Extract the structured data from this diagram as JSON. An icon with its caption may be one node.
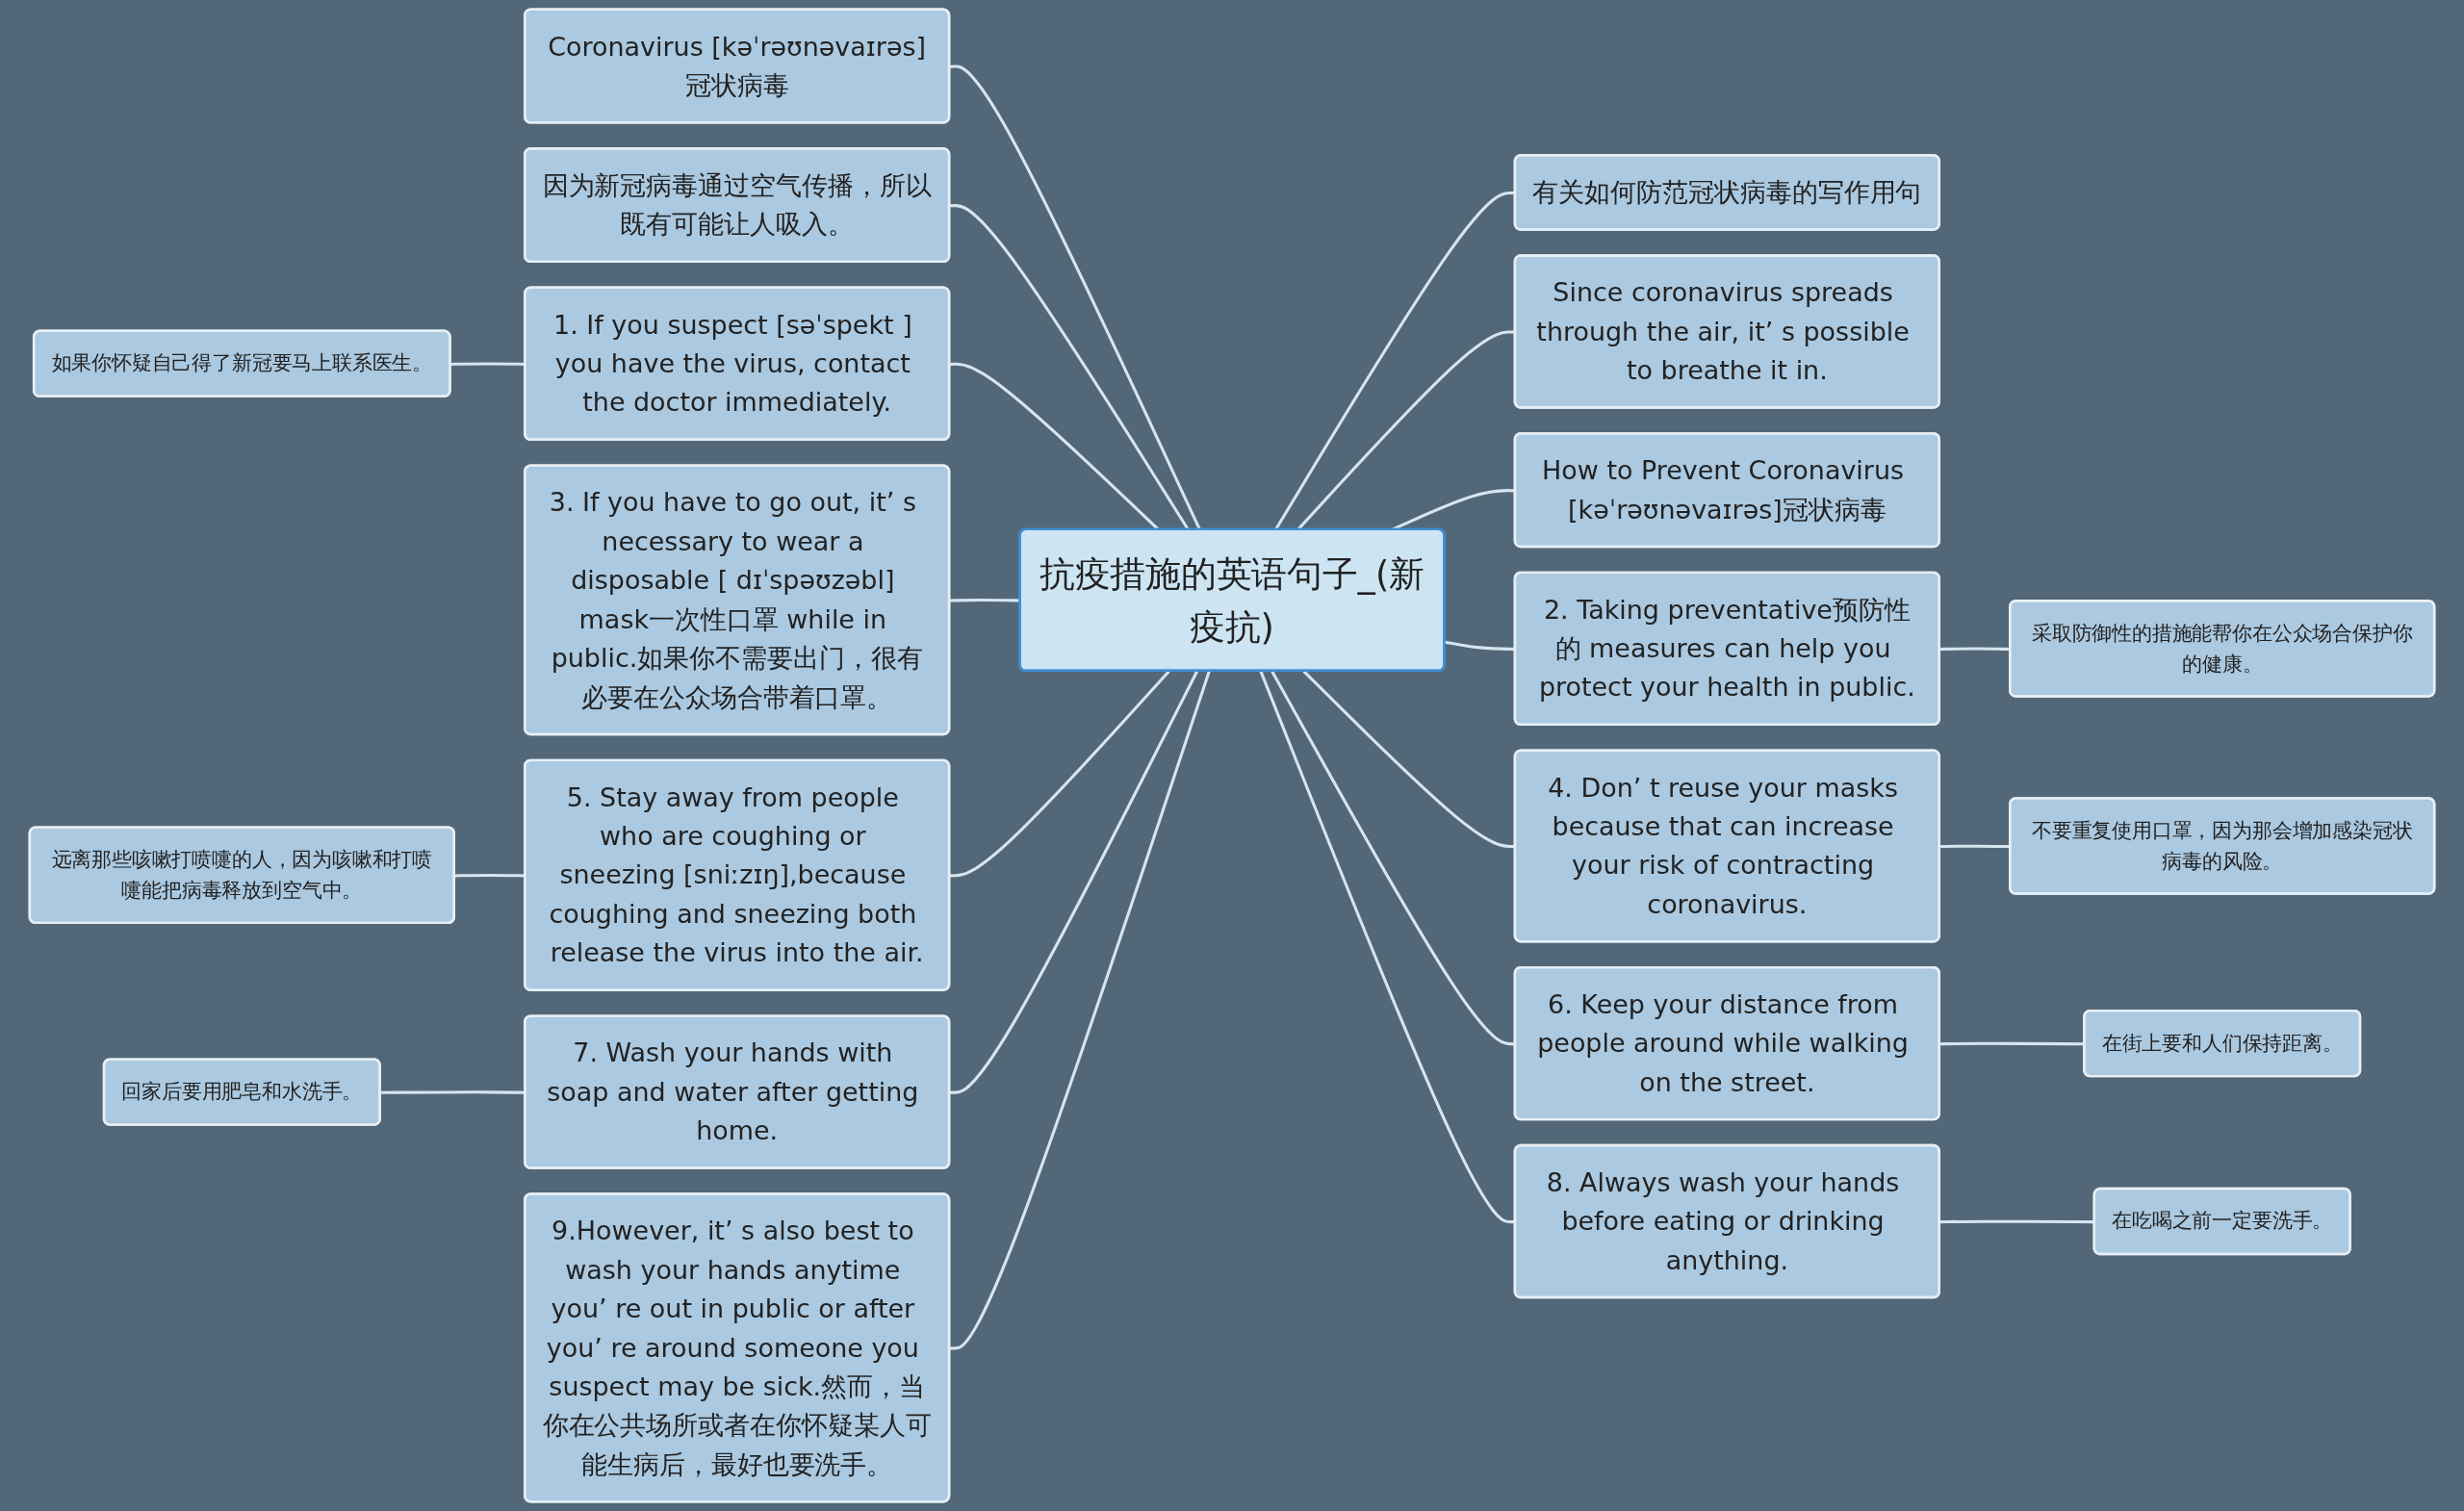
{
  "diagram": {
    "nodes": [
      {
        "text": [
          "抗疫措施的英语句子_(新疫抗)"
        ]
      },
      {
        "text": [
          "Coronavirus [kəˈrəʊnəvaɪrəs]冠状病毒"
        ]
      },
      {
        "text": [
          "因为新冠病毒通过空气传播，所以既有可能让人吸入。"
        ]
      },
      {
        "text": [
          "1. If you suspect [səˈspekt ] you have the virus, contact the doctor immediately."
        ]
      },
      {
        "text": [
          "如果你怀疑自己得了新冠要马上联系医生。"
        ]
      },
      {
        "text": [
          "3. If you have to go out, it’ s necessary to wear a disposable [ dɪˈspəʊzəbl] mask一次性口罩 while in public.如果你不需要出门，很有必要在公众场合带着口罩。"
        ]
      },
      {
        "text": [
          "5. Stay away from people who are coughing or sneezing [sniːzɪŋ],because coughing and sneezing both release the virus into the air."
        ]
      },
      {
        "text": [
          "远离那些咳嗽打喷嚏的人，因为咳嗽和打喷嚏能把病毒释放到空气中。"
        ]
      },
      {
        "text": [
          "7. Wash your hands with soap and water after getting home."
        ]
      },
      {
        "text": [
          "回家后要用肥皂和水洗手。"
        ]
      },
      {
        "text": [
          "9.However, it’ s also best to wash your hands anytime you’ re out in public or after you’ re around someone you suspect may be sick.然而，当你在公共场所或者在你怀疑某人可能生病后，最好也要洗手。"
        ]
      },
      {
        "text": [
          "有关如何防范冠状病毒的写作用句"
        ]
      },
      {
        "text": [
          "Since coronavirus spreads through the air, it’ s possible to breathe it in."
        ]
      },
      {
        "text": [
          "How to Prevent Coronavirus [kəˈrəʊnəvaɪrəs]冠状病毒"
        ]
      },
      {
        "text": [
          "2. Taking preventative预防性的 measures can help you protect your health in public."
        ]
      },
      {
        "text": [
          "采取防御性的措施能帮你在公众场合保护你的健康。"
        ]
      },
      {
        "text": [
          "4. Don’ t reuse your masks because that can increase your risk of contracting coronavirus."
        ]
      },
      {
        "text": [
          "不要重复使用口罩，因为那会增加感染冠状病毒的风险。"
        ]
      },
      {
        "text": [
          "6. Keep your distance from people around while walking on the street."
        ]
      },
      {
        "text": [
          "在街上要和人们保持距离。"
        ]
      },
      {
        "text": [
          "8. Always wash your hands before eating or drinking anything."
        ]
      },
      {
        "text": [
          "在吃喝之前一定要洗手。"
        ]
      }
    ],
    "edges": [
      {
        "from": 0,
        "to": 1,
        "arrow": "none"
      },
      {
        "from": 0,
        "to": 2,
        "arrow": "none"
      },
      {
        "from": 0,
        "to": 3,
        "arrow": "none"
      },
      {
        "from": 3,
        "to": 4,
        "arrow": "none"
      },
      {
        "from": 0,
        "to": 5,
        "arrow": "none"
      },
      {
        "from": 0,
        "to": 6,
        "arrow": "none"
      },
      {
        "from": 6,
        "to": 7,
        "arrow": "none"
      },
      {
        "from": 0,
        "to": 8,
        "arrow": "none"
      },
      {
        "from": 8,
        "to": 9,
        "arrow": "none"
      },
      {
        "from": 0,
        "to": 10,
        "arrow": "none"
      },
      {
        "from": 0,
        "to": 11,
        "arrow": "none"
      },
      {
        "from": 0,
        "to": 12,
        "arrow": "none"
      },
      {
        "from": 0,
        "to": 13,
        "arrow": "none"
      },
      {
        "from": 0,
        "to": 14,
        "arrow": "none"
      },
      {
        "from": 14,
        "to": 15,
        "arrow": "none"
      },
      {
        "from": 0,
        "to": 16,
        "arrow": "none"
      },
      {
        "from": 16,
        "to": 17,
        "arrow": "none"
      },
      {
        "from": 0,
        "to": 18,
        "arrow": "none"
      },
      {
        "from": 18,
        "to": 19,
        "arrow": "none"
      },
      {
        "from": 0,
        "to": 20,
        "arrow": "none"
      },
      {
        "from": 20,
        "to": 21,
        "arrow": "none"
      }
    ]
  }
}
